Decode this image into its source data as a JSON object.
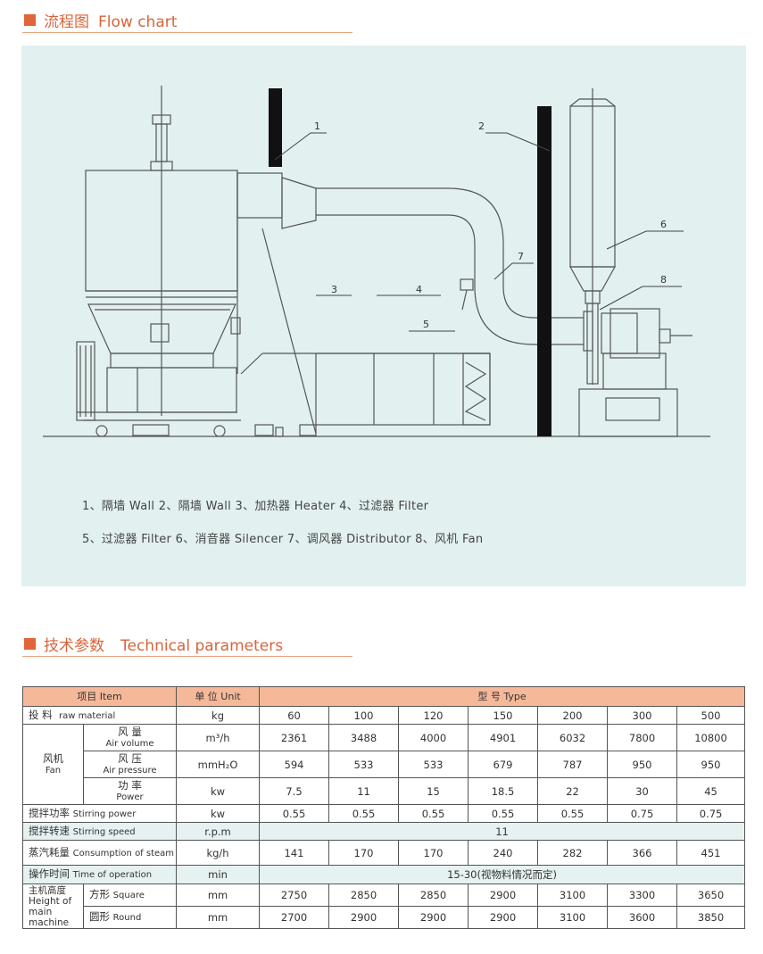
{
  "flow": {
    "cn": "流程图",
    "en": "Flow chart",
    "labels": [
      "1",
      "2",
      "3",
      "4",
      "5",
      "6",
      "7",
      "8"
    ],
    "legend": [
      "1、隔墙 Wall  2、隔墙 Wall  3、加热器 Heater  4、过滤器 Filter",
      "5、过滤器 Filter  6、消音器 Silencer  7、调风器 Distributor  8、风机 Fan"
    ]
  },
  "tech": {
    "cn": "技术参数",
    "en": "Technical parameters"
  },
  "table": {
    "head": {
      "item": "项目 Item",
      "unit": "单 位  Unit",
      "type": "型 号   Type"
    },
    "raw": {
      "cn": "投   料",
      "en": "raw material",
      "unit": "kg",
      "values": [
        "60",
        "100",
        "120",
        "150",
        "200",
        "300",
        "500"
      ]
    },
    "fan": {
      "cn": "风机",
      "en": "Fan",
      "rows": [
        {
          "cn": "风 量",
          "en": "Air volume",
          "unit": "m³/h",
          "values": [
            "2361",
            "3488",
            "4000",
            "4901",
            "6032",
            "7800",
            "10800"
          ]
        },
        {
          "cn": "风 压",
          "en": "Air pressure",
          "unit": "mmH₂O",
          "values": [
            "594",
            "533",
            "533",
            "679",
            "787",
            "950",
            "950"
          ]
        },
        {
          "cn": "功 率",
          "en": "Power",
          "unit": "kw",
          "values": [
            "7.5",
            "11",
            "15",
            "18.5",
            "22",
            "30",
            "45"
          ]
        }
      ]
    },
    "stir_power": {
      "cn": "搅拌功率",
      "en": "Stirring power",
      "unit": "kw",
      "values": [
        "0.55",
        "0.55",
        "0.55",
        "0.55",
        "0.55",
        "0.75",
        "0.75"
      ]
    },
    "stir_speed": {
      "cn": "搅拌转速",
      "en": "Stirring speed",
      "unit": "r.p.m",
      "value": "11"
    },
    "steam": {
      "cn": "蒸汽耗量",
      "en": "Consumption of steam",
      "unit": "kg/h",
      "values": [
        "141",
        "170",
        "170",
        "240",
        "282",
        "366",
        "451"
      ]
    },
    "optime": {
      "cn": "操作时间",
      "en": "Time of operation",
      "unit": "min",
      "value": "15-30(视物料情况而定)"
    },
    "height": {
      "cn": "主机高度",
      "en1": "Height of main",
      "en2": "machine",
      "square": {
        "cn": "方形",
        "en": "Square",
        "unit": "mm",
        "values": [
          "2750",
          "2850",
          "2850",
          "2900",
          "3100",
          "3300",
          "3650"
        ]
      },
      "round": {
        "cn": "圆形",
        "en": "Round",
        "unit": "mm",
        "values": [
          "2700",
          "2900",
          "2900",
          "2900",
          "3100",
          "3600",
          "3850"
        ]
      }
    }
  },
  "colors": {
    "accent": "#e0663a",
    "header_fill": "#f5b99a",
    "panel": "#e2f0f0"
  }
}
